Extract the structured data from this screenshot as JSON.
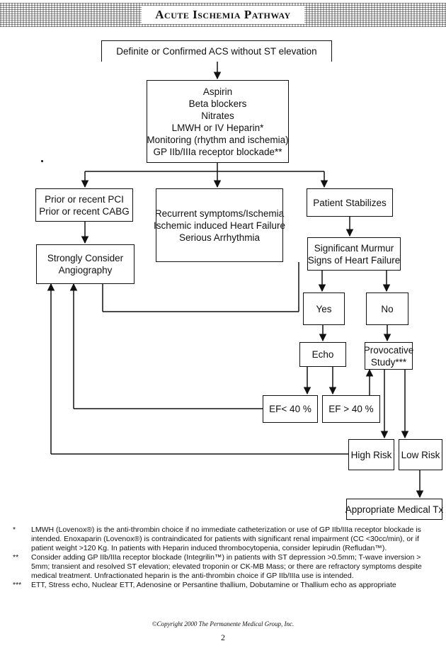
{
  "header": {
    "title": "Acute Ischemia Pathway"
  },
  "nodes": {
    "start": {
      "lines": [
        "Definite or Confirmed ACS without ST elevation"
      ]
    },
    "treatment": {
      "lines": [
        "Aspirin",
        "Beta blockers",
        "Nitrates",
        "LMWH or IV Heparin*",
        "Monitoring (rhythm and ischemia)",
        "GP IIb/IIIa receptor blockade**"
      ]
    },
    "prior_pci": {
      "lines": [
        "Prior or recent PCI",
        "Prior or recent CABG"
      ]
    },
    "recurrent": {
      "lines": [
        "Recurrent symptoms/Ischemia",
        "Ischemic induced Heart Failure",
        "Serious Arrhythmia"
      ]
    },
    "stabilizes": {
      "lines": [
        "Patient Stabilizes"
      ]
    },
    "angiography": {
      "lines": [
        "Strongly Consider",
        "Angiography"
      ]
    },
    "murmur": {
      "lines": [
        "Significant Murmur",
        "Signs of Heart Failure"
      ]
    },
    "yes": {
      "lines": [
        "Yes"
      ]
    },
    "no": {
      "lines": [
        "No"
      ]
    },
    "echo": {
      "lines": [
        "Echo"
      ]
    },
    "provocative": {
      "lines": [
        "Provocative",
        "Study***"
      ]
    },
    "ef_low": {
      "lines": [
        "EF< 40 %"
      ]
    },
    "ef_high": {
      "lines": [
        "EF > 40 %"
      ]
    },
    "high_risk": {
      "lines": [
        "High Risk"
      ]
    },
    "low_risk": {
      "lines": [
        "Low Risk"
      ]
    },
    "medical_tx": {
      "lines": [
        "Appropriate Medical Tx"
      ]
    }
  },
  "footnotes": [
    {
      "mark": "*",
      "text": "LMWH (Lovenox®) is the anti-thrombin choice if no immediate catheterization or use of GP IIb/IIIa receptor blockade is intended. Enoxaparin (Lovenox®) is contraindicated for patients with significant renal impairment (CC <30cc/min), or if patient weight >120 Kg. In patients with Heparin induced thrombocytopenia, consider lepirudin (Refludan™)."
    },
    {
      "mark": "**",
      "text": "Consider adding GP IIb/IIIa receptor blockade (Integrilin™) in patients with ST depression >0.5mm; T-wave inversion > 5mm; transient and resolved ST elevation; elevated troponin or CK-MB Mass; or there are refractory symptoms despite medical treatment. Unfractionated heparin is the anti-thrombin choice if GP IIb/IIIa use is intended."
    },
    {
      "mark": "***",
      "text": "ETT, Stress echo, Nuclear ETT, Adenosine or Persantine thallium, Dobutamine or Thallium echo as appropriate"
    }
  ],
  "copyright": "©Copyright 2000 The Permanente Medical Group, Inc.",
  "page_number": "2"
}
